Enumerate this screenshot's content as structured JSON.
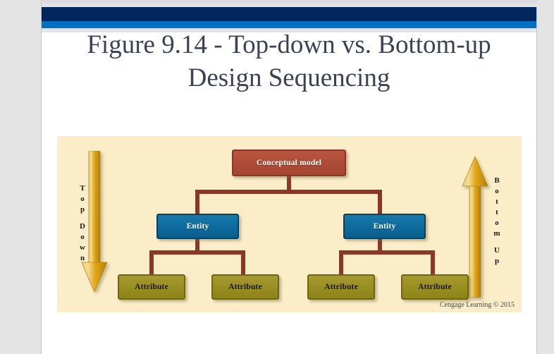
{
  "window": {
    "background_color": "#e4e4e4"
  },
  "slide": {
    "title": "Figure 9.14 - Top-down vs. Bottom-up\nDesign Sequencing",
    "background_color": "#ffffff",
    "header_bars": [
      {
        "name": "navy-bar",
        "color": "#00265e"
      },
      {
        "name": "blue-bar",
        "color": "#0070c0"
      },
      {
        "name": "pale-bar",
        "color": "#dde5ef"
      }
    ],
    "credit": "Cengage Learning © 2015"
  },
  "diagram": {
    "background_color": "#faedc8",
    "accent_colors": {
      "conceptual": "#ab4b36",
      "entity": "#0d6b9c",
      "attribute": "#988d21",
      "arrow": "#e0aa1e",
      "connector": "#8a3726"
    },
    "left_arrow": {
      "direction": "down",
      "label_lines": [
        "T",
        "o",
        "p",
        "",
        "D",
        "o",
        "w",
        "n"
      ],
      "label_text": "Top Down"
    },
    "right_arrow": {
      "direction": "up",
      "label_lines": [
        "B",
        "o",
        "t",
        "t",
        "o",
        "m",
        "",
        "U",
        "p"
      ],
      "label_text": "Bottom Up"
    },
    "nodes": {
      "root": {
        "label": "Conceptual model"
      },
      "entities": [
        {
          "label": "Entity"
        },
        {
          "label": "Entity"
        }
      ],
      "attributes": [
        {
          "label": "Attribute"
        },
        {
          "label": "Attribute"
        },
        {
          "label": "Attribute"
        },
        {
          "label": "Attribute"
        }
      ]
    }
  }
}
